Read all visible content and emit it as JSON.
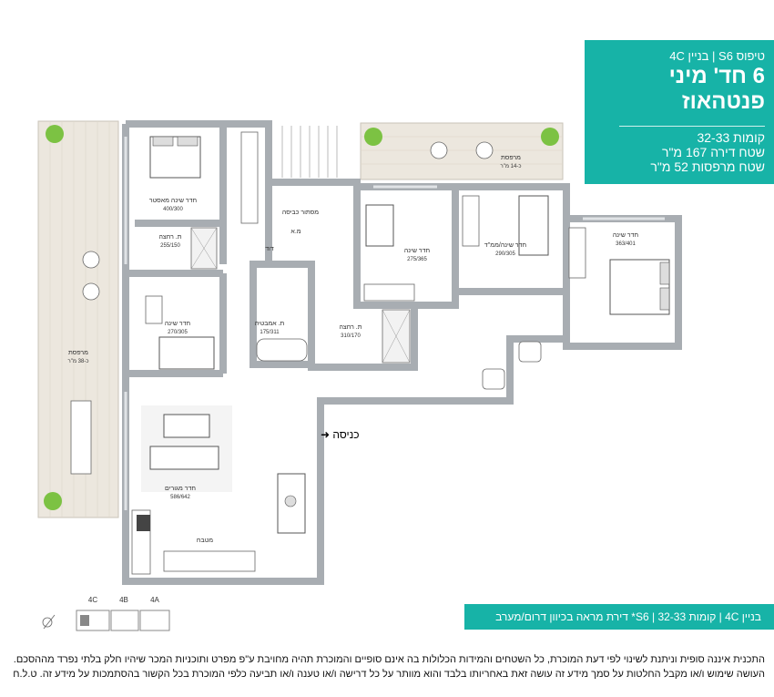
{
  "header": {
    "type_line": "טיפוס S6 | בניין 4C",
    "main_title": "6 חד' מיני פנטהאוז",
    "floors": "קומות 32-33",
    "apt_area": "שטח דירה 167 מ\"ר",
    "balcony_area": "שטח מרפסות 52 מ\"ר"
  },
  "rooms": [
    {
      "id": "master",
      "label": "חדר שינה מאסטר",
      "area": "400/300"
    },
    {
      "id": "shower1",
      "label": "ת. רחצה",
      "area": "255/150"
    },
    {
      "id": "storage",
      "label": "מסתור כביסה",
      "area": ""
    },
    {
      "id": "ac",
      "label": "מ.א",
      "area": ""
    },
    {
      "id": "bedroom2",
      "label": "חדר שינה",
      "area": "275/365"
    },
    {
      "id": "bedroom-safe",
      "label": "חדר שינה/ממ\"ד",
      "area": "290/305"
    },
    {
      "id": "bedroom4",
      "label": "חדר שינה",
      "area": "363/401"
    },
    {
      "id": "bedroom3",
      "label": "חדר שינה",
      "area": "270/305"
    },
    {
      "id": "bath",
      "label": "ת. אמבטיה",
      "area": "175/311"
    },
    {
      "id": "shower2",
      "label": "ת. רחצה",
      "area": "310/170"
    },
    {
      "id": "living",
      "label": "חדר מגורים",
      "area": "586/642"
    },
    {
      "id": "kitchen",
      "label": "מטבח",
      "area": ""
    },
    {
      "id": "balcony-west",
      "label": "מרפסת",
      "area": "כ-38 מ\"ר"
    },
    {
      "id": "balcony-north",
      "label": "מרפסת",
      "area": "כ-14 מ\"ר"
    }
  ],
  "labels": {
    "entrance": "כניסה",
    "dud": "דוד"
  },
  "keyplan": {
    "buildings": [
      "4C",
      "4B",
      "4A"
    ]
  },
  "bottom_bar": "בניין 4C | קומות 32-33 | S6* דירת מראה בכיוון דרום/מערב",
  "disclaimer_1": "התכנית איננה סופית וניתנת לשינוי לפי דעת המוכרת, כל השטחים והמידות הכלולות בה אינם סופיים והמוכרת תהיה מחויבת ע\"פ מפרט ותוכניות המכר שיהיו חלק בלתי נפרד מההסכם.",
  "disclaimer_2": "העושה שימוש ו/או מקבל החלטות על סמך מידע זה עושה זאת באחריותו בלבד והוא מוותר על כל דרישה ו/או טענה ו/או תביעה כלפי המוכרת בכל הקשור בהסתמכות על מידע זה. ט.ל.ח",
  "colors": {
    "accent": "#17b3a7",
    "wall": "#a8adb2",
    "deck": "#e9e4da"
  }
}
